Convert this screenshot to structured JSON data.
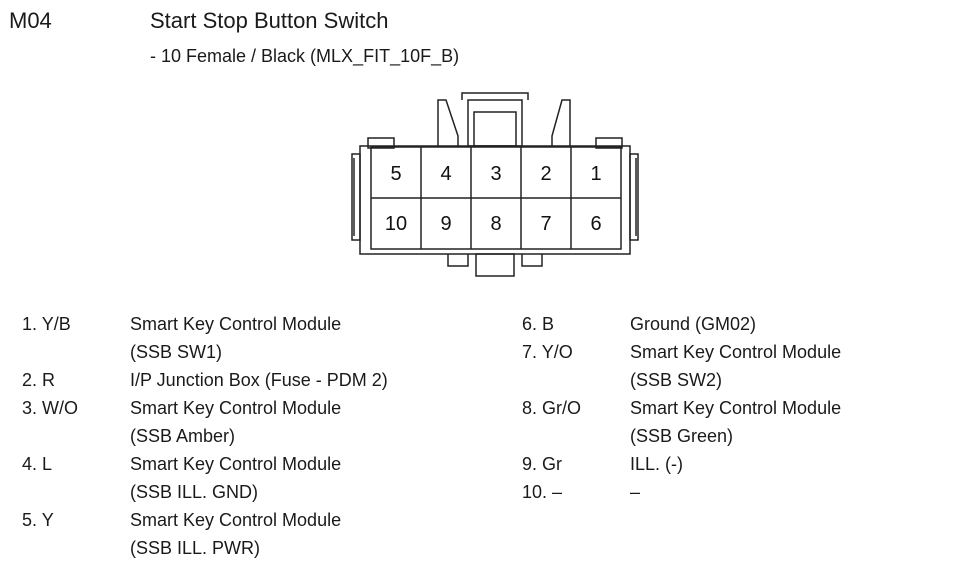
{
  "header": {
    "code": "M04",
    "title": "Start Stop Button Switch",
    "subtitle": "- 10 Female / Black (MLX_FIT_10F_B)"
  },
  "connector": {
    "top_row": [
      "5",
      "4",
      "3",
      "2",
      "1"
    ],
    "bottom_row": [
      "10",
      "9",
      "8",
      "7",
      "6"
    ]
  },
  "pins_left": [
    {
      "id": "1. Y/B",
      "desc": "Smart Key Control Module\n(SSB SW1)"
    },
    {
      "id": "2. R",
      "desc": "I/P Junction Box (Fuse - PDM 2)"
    },
    {
      "id": "3. W/O",
      "desc": "Smart Key Control Module\n(SSB Amber)"
    },
    {
      "id": "4. L",
      "desc": "Smart Key Control Module\n(SSB ILL. GND)"
    },
    {
      "id": "5. Y",
      "desc": "Smart Key Control Module\n(SSB ILL. PWR)"
    }
  ],
  "pins_right": [
    {
      "id": "6. B",
      "desc": "Ground (GM02)"
    },
    {
      "id": "7. Y/O",
      "desc": "Smart Key Control Module\n(SSB SW2)"
    },
    {
      "id": "8. Gr/O",
      "desc": "Smart Key Control Module\n(SSB Green)"
    },
    {
      "id": "9. Gr",
      "desc": "ILL. (-)"
    },
    {
      "id": "10. –",
      "desc": "–"
    }
  ]
}
